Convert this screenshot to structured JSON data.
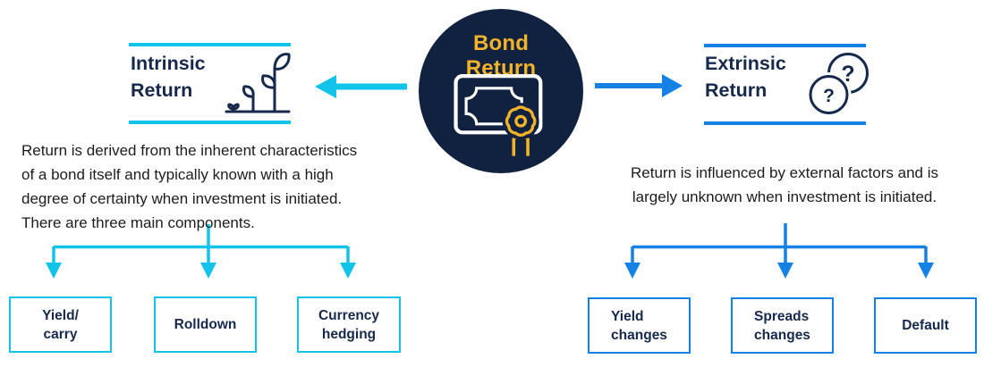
{
  "palette": {
    "navy": "#112240",
    "heading_navy": "#16294C",
    "gold": "#F2B22A",
    "cyan": "#12C3EA",
    "blue": "#1581E4",
    "body_text": "#1C1C1C"
  },
  "center": {
    "title": "Bond\nReturn",
    "icon": "certificate-ribbon-icon"
  },
  "left": {
    "heading": "Intrinsic\nReturn",
    "icon": "growing-plant-icon",
    "description": "Return is derived from the inherent characteristics\nof a bond itself and typically known with a high\ndegree of certainty when investment is initiated.\nThere are three main components.",
    "boxes": [
      {
        "label": "Yield/\ncarry"
      },
      {
        "label": "Rolldown"
      },
      {
        "label": "Currency\nhedging"
      }
    ]
  },
  "right": {
    "heading": "Extrinsic\nReturn",
    "icon": "question-circles-icon",
    "question_mark": "?",
    "description": "Return is influenced by external factors and is\nlargely unknown when investment is initiated.",
    "boxes": [
      {
        "label": "Yield\nchanges"
      },
      {
        "label": "Spreads\nchanges"
      },
      {
        "label": "Default"
      }
    ]
  }
}
